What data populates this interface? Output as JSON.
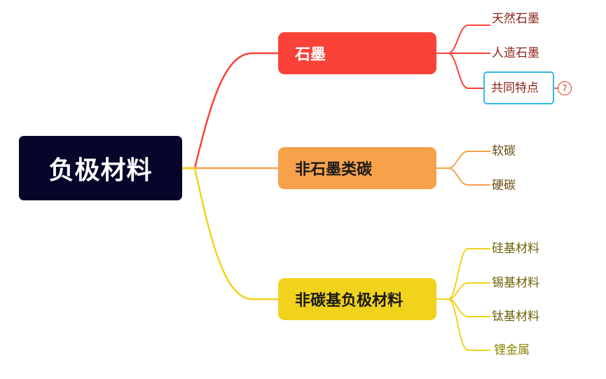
{
  "mindmap": {
    "root": {
      "label": "负极材料"
    },
    "branches": [
      {
        "label": "石墨",
        "color": "#fa4238",
        "children": [
          "天然石墨",
          "人造石墨",
          "共同特点"
        ],
        "selected_child": "共同特点",
        "badge_count": "7"
      },
      {
        "label": "非石墨类碳",
        "color": "#f7a14b",
        "children": [
          "软碳",
          "硬碳"
        ]
      },
      {
        "label": "非碳基负极材料",
        "color": "#f1d21c",
        "children": [
          "硅基材料",
          "锡基材料",
          "钛基材料",
          "锂金属"
        ]
      }
    ],
    "colors": {
      "root_bg": "#06062a",
      "selection_border": "#33b8ea"
    }
  }
}
